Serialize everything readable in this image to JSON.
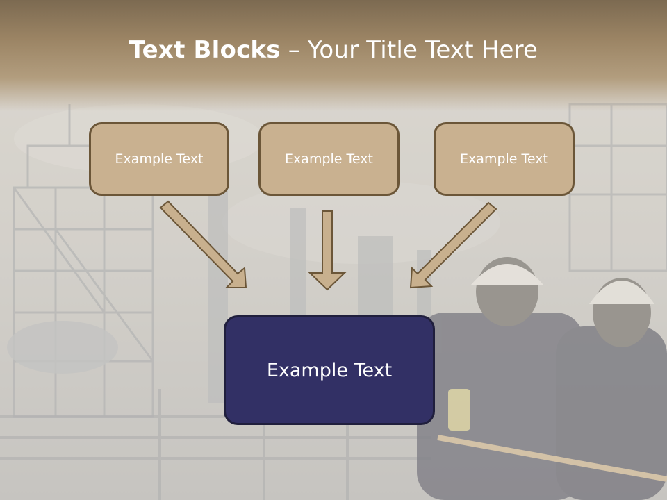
{
  "slide": {
    "title_bold": "Text Blocks",
    "title_dash": " – ",
    "title_rest": "Your Title Text Here",
    "boxes": [
      "Example Text",
      "Example Text",
      "Example Text"
    ],
    "main_box": "Example Text"
  },
  "colors": {
    "title_band": "#9b8464",
    "box_fill": "#c9b190",
    "box_border": "#6b5638",
    "main_box_fill": "#323065",
    "arrow_fill": "#c8b08e"
  },
  "background": {
    "description": "faded refinery photo with two workers in hard hats"
  }
}
